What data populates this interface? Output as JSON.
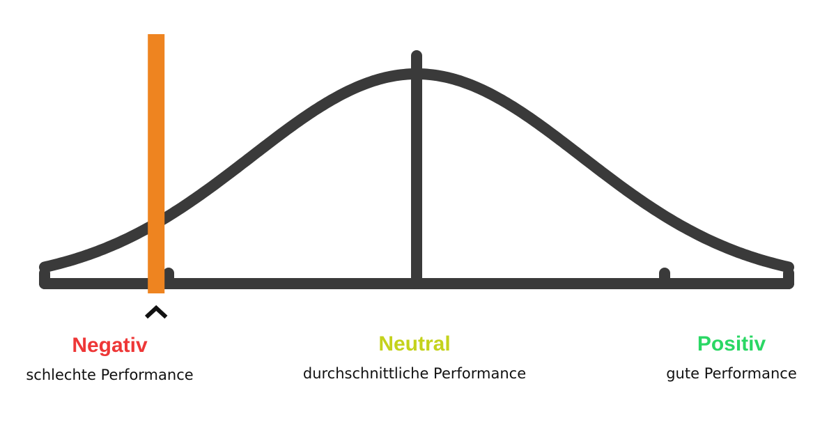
{
  "colors": {
    "curve": "#3a3a3a",
    "marker": "#ee8420",
    "pointer": "#111111",
    "negative": "#ee3737",
    "neutral": "#c4d21c",
    "positive": "#2ad764"
  },
  "regions": {
    "negative": {
      "title": "Negativ",
      "subtitle": "schlechte Performance"
    },
    "neutral": {
      "title": "Neutral",
      "subtitle": "durchschnittliche Performance"
    },
    "positive": {
      "title": "Positiv",
      "subtitle": "gute Performance"
    }
  },
  "distribution": {
    "type": "normal",
    "mean": 0,
    "axis_min": -3,
    "axis_max": 3,
    "ticks": [
      -3,
      -2,
      0,
      2,
      3
    ],
    "marker_value": -2.1
  }
}
